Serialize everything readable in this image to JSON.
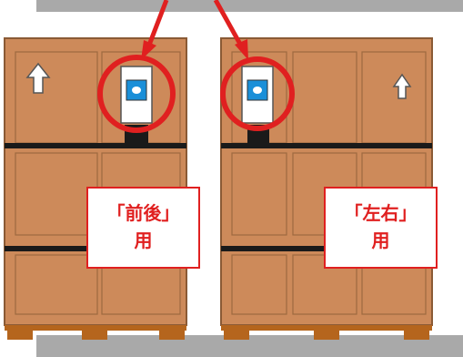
{
  "callouts": {
    "left": {
      "line1": "「前後」",
      "line2": "用"
    },
    "right": {
      "line1": "「左右」",
      "line2": "用"
    }
  },
  "colors": {
    "box": "#cd8a5a",
    "box_dark": "#a86a40",
    "strap": "#1a1a1a",
    "pallet": "#b5651d",
    "floor": "#a9a9a9",
    "highlight": "#e02020",
    "indicator": "#1a8fd8"
  },
  "icons": {
    "up_arrow": "up-arrow-icon",
    "indicator": "shock-indicator-icon"
  }
}
